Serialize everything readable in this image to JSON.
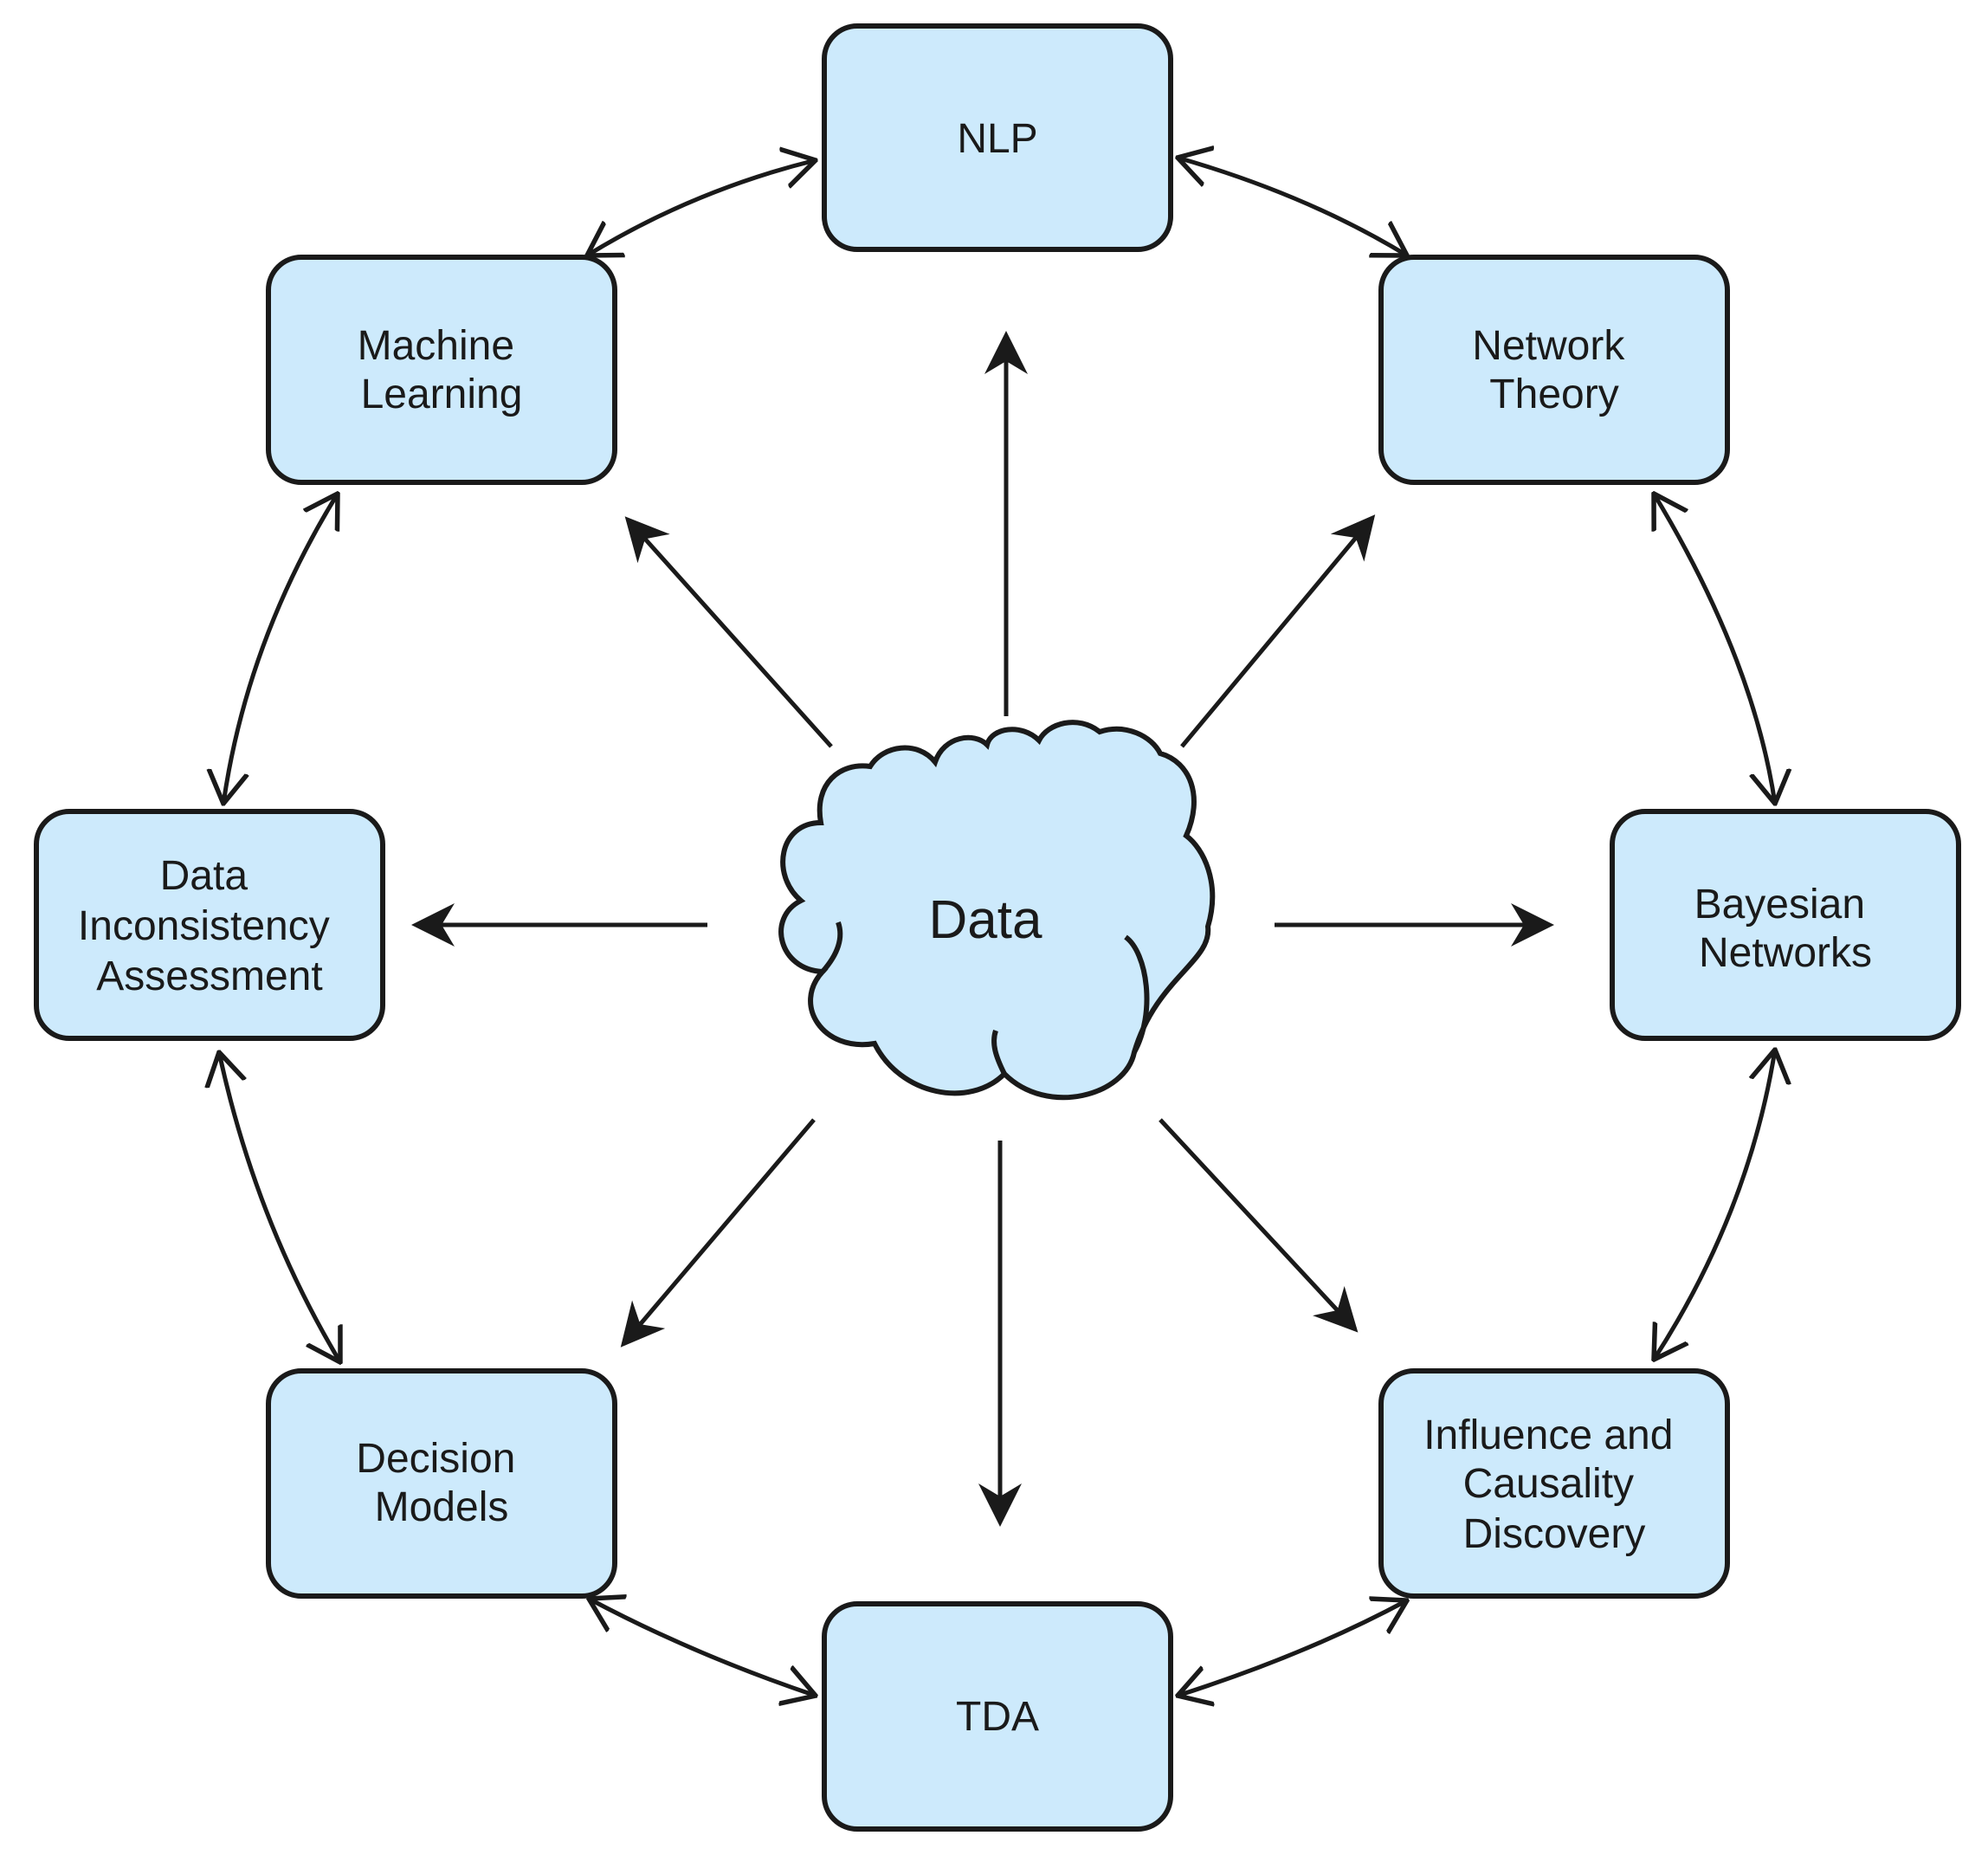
{
  "colors": {
    "box_fill": "#cdeafc",
    "stroke": "#1a1a1a",
    "background": "#ffffff"
  },
  "center": {
    "label": "Data",
    "icon": "cloud-icon"
  },
  "nodes": {
    "nlp": [
      "NLP"
    ],
    "network_theory": [
      "Network",
      "Theory"
    ],
    "bayesian_networks": [
      "Bayesian",
      "Networks"
    ],
    "influence_causality": [
      "Influence and",
      "Causality",
      "Discovery"
    ],
    "tda": [
      "TDA"
    ],
    "decision_models": [
      "Decision",
      "Models"
    ],
    "data_inconsistency": [
      "Data",
      "Inconsistency",
      "Assessment"
    ],
    "machine_learning": [
      "Machine",
      "Learning"
    ]
  },
  "links": {
    "spokes_from_center": [
      "nlp",
      "network_theory",
      "bayesian_networks",
      "influence_causality",
      "tda",
      "decision_models",
      "data_inconsistency",
      "machine_learning"
    ],
    "ring_bidirectional": [
      [
        "machine_learning",
        "nlp"
      ],
      [
        "nlp",
        "network_theory"
      ],
      [
        "network_theory",
        "bayesian_networks"
      ],
      [
        "bayesian_networks",
        "influence_causality"
      ],
      [
        "influence_causality",
        "tda"
      ],
      [
        "tda",
        "decision_models"
      ],
      [
        "decision_models",
        "data_inconsistency"
      ],
      [
        "data_inconsistency",
        "machine_learning"
      ]
    ]
  }
}
